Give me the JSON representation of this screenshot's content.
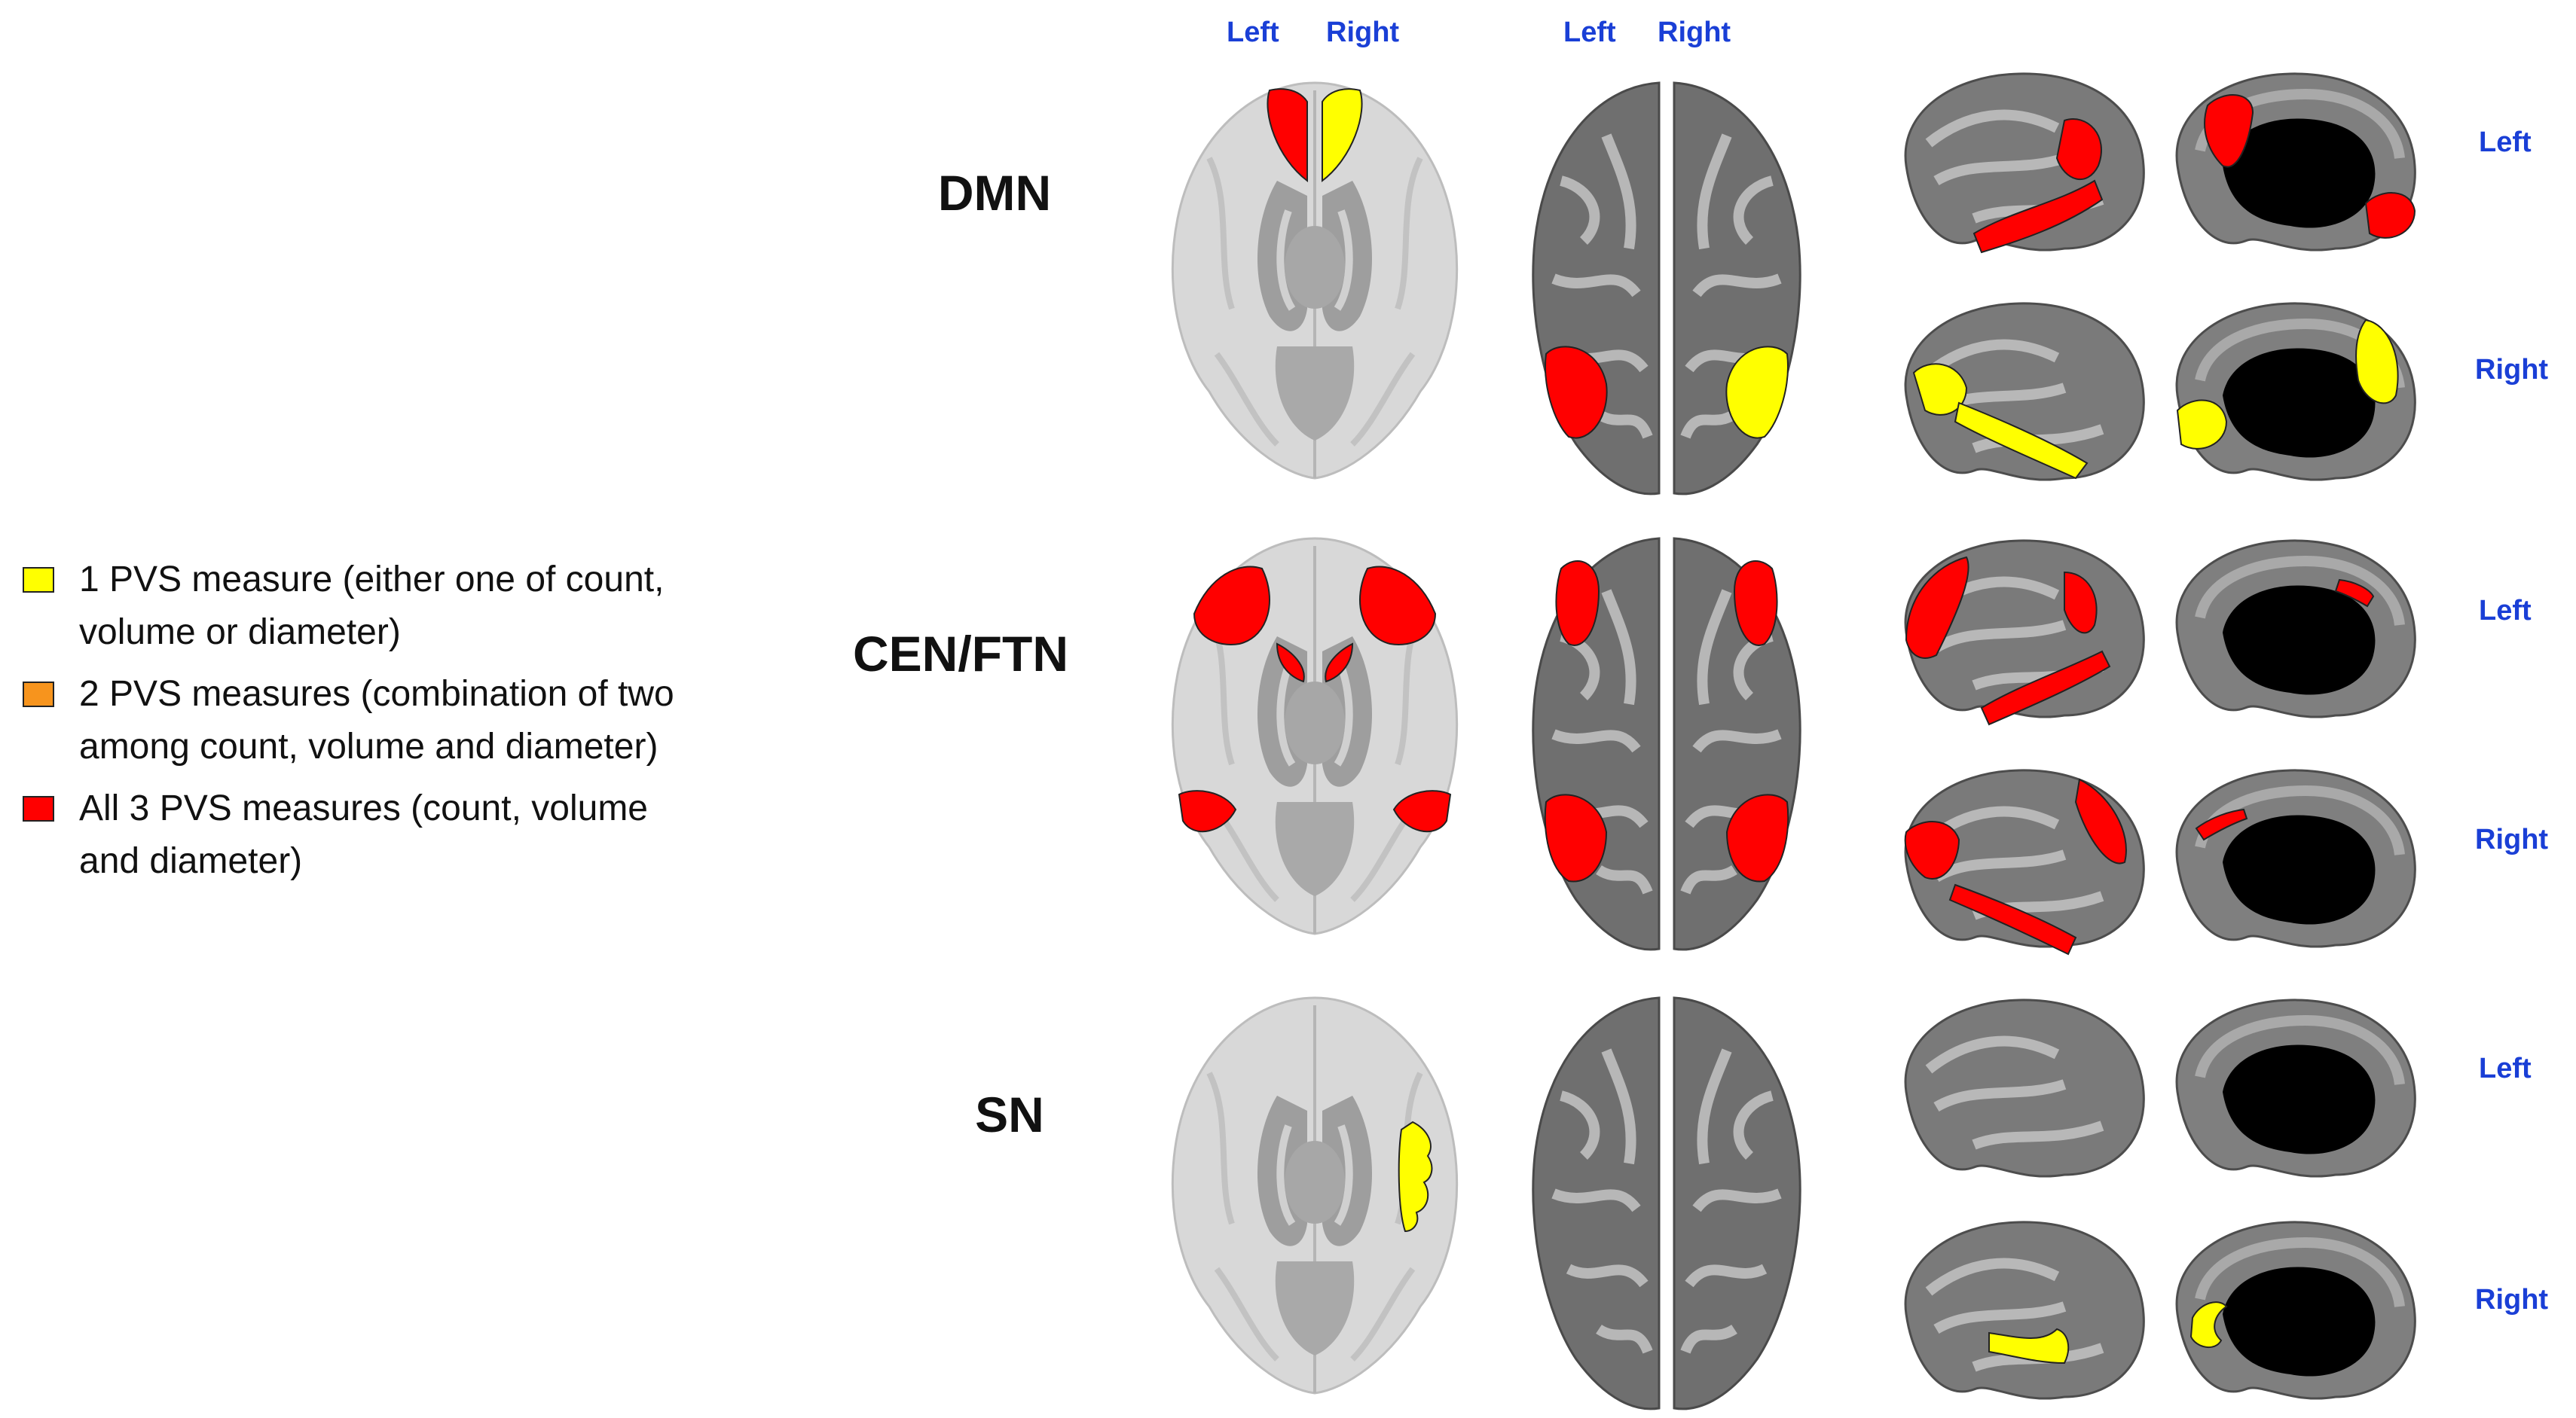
{
  "header": {
    "axial_left": "Left",
    "axial_right": "Right",
    "top_left": "Left",
    "top_right": "Right"
  },
  "legend": [
    {
      "text": "1 PVS measure (either one of count,\nvolume or diameter)",
      "color": "#ffff00"
    },
    {
      "text": "2 PVS measures (combination of two\namong count, volume and diameter)",
      "color": "#f7941d"
    },
    {
      "text": "All 3 PVS measures (count, volume\nand diameter)",
      "color": "#ff0000"
    }
  ],
  "networks": [
    {
      "name": "DMN",
      "side_top": "Left",
      "side_bottom": "Right"
    },
    {
      "name": "CEN/FTN",
      "side_top": "Left",
      "side_bottom": "Right"
    },
    {
      "name": "SN",
      "side_top": "Left",
      "side_bottom": "Right"
    }
  ],
  "colors": {
    "one_measure": "#ffff00",
    "two_measures": "#f7941d",
    "three_measures": "#ff0000",
    "label_blue": "#1a3fd6"
  }
}
